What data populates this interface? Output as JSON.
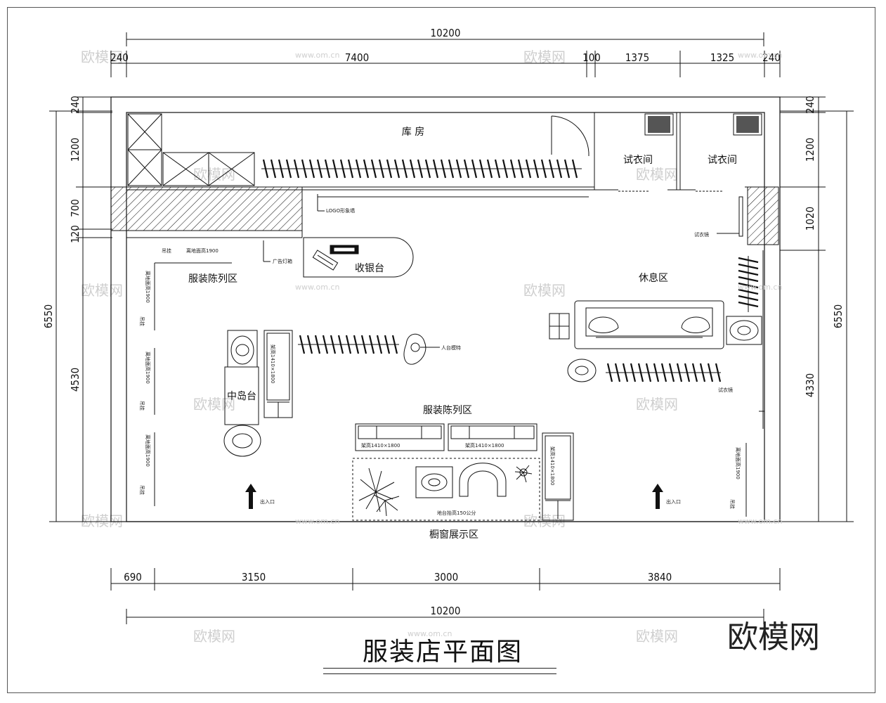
{
  "title": "服装店平面图",
  "brand": "欧模网",
  "dimensions": {
    "top_total": "10200",
    "top_segments": [
      "240",
      "7400",
      "100",
      "1375",
      "1325",
      "240"
    ],
    "bottom_segments": [
      "690",
      "3150",
      "3000",
      "3840"
    ],
    "bottom_total": "10200",
    "left_total": "6550",
    "left_segments": [
      "240",
      "1200",
      "700",
      "120",
      "4530"
    ],
    "right_total": "6550",
    "right_segments": [
      "240",
      "1200",
      "1020",
      "4330"
    ]
  },
  "rooms": {
    "storage": "库  房",
    "fitting1": "试衣间",
    "fitting2": "试衣间",
    "cashier": "收银台",
    "display_left": "服装陈列区",
    "display_center": "服装陈列区",
    "rest": "休息区",
    "island": "中岛台",
    "window": "橱窗展示区"
  },
  "notes": {
    "logo_wall": "LOGO形象墙",
    "light_box": "广告灯箱",
    "fit_mirror_top": "试衣镜",
    "fit_mirror_right": "试衣镜",
    "mannequin": "人台模特",
    "hang": "吊挂",
    "hang_height": "离地面高1900",
    "left_rail_1": "离地面高1900",
    "left_rail_2": "离地面高1900",
    "left_rail_3": "离地面高1900",
    "side_hang": "吊挂",
    "rack_1": "架高1410×1800",
    "rack_2": "架高1410×1800",
    "shelf_left": "架高1410×1800",
    "shelf_right": "架高1410×1800",
    "platform": "地台抬高150公分",
    "right_rail": "离地面高1900",
    "entrance_1": "出入口",
    "entrance_2": "出入口"
  },
  "watermark": "www.om.cn"
}
